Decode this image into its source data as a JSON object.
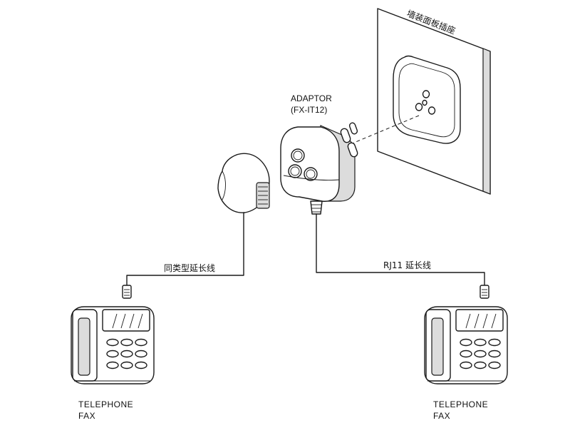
{
  "labels": {
    "wall_socket": "墙装面板插座",
    "adaptor_name": "ADAPTOR",
    "adaptor_model": "(FX-IT12)",
    "left_cable": "同类型延长线",
    "right_cable": "RJ11 延长线",
    "left_device_line1": "TELEPHONE",
    "left_device_line2": "FAX",
    "right_device_line1": "TELEPHONE",
    "right_device_line2": "FAX"
  },
  "icons": [
    "wall-socket-icon",
    "adaptor-icon",
    "round-plug-icon",
    "rj11-plug-icon",
    "telephone-icon"
  ],
  "colors": {
    "line": "#1a1a1a",
    "background": "#ffffff"
  }
}
